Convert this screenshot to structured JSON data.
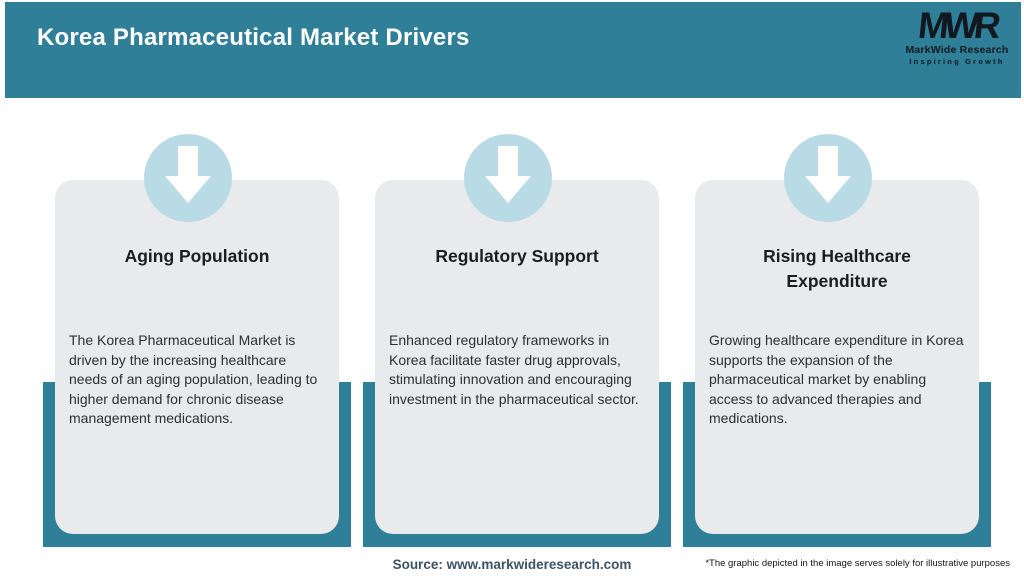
{
  "header": {
    "title": "Korea Pharmaceutical Market Drivers"
  },
  "logo": {
    "monogram": "MWR",
    "name": "MarkWide Research",
    "tagline": "Inspiring Growth"
  },
  "cards": [
    {
      "icon": "down-arrow-icon",
      "title": "Aging Population",
      "description": "The Korea Pharmaceutical Market is driven by the increasing healthcare needs of an aging population, leading to higher demand for chronic disease management medications."
    },
    {
      "icon": "down-arrow-icon",
      "title": "Regulatory Support",
      "description": "Enhanced regulatory frameworks in Korea facilitate faster drug approvals, stimulating innovation and encouraging investment in the pharmaceutical sector."
    },
    {
      "icon": "down-arrow-icon",
      "title": "Rising Healthcare Expenditure",
      "description": "Growing healthcare expenditure in Korea supports the expansion of the pharmaceutical market by enabling access to advanced therapies and medications."
    }
  ],
  "footer": {
    "source": "Source: www.markwideresearch.com",
    "disclaimer": "*The graphic depicted in the image serves solely for illustrative purposes"
  },
  "colors": {
    "teal": "#2E7F97",
    "circle_blue": "#B9DBE6",
    "card_gray": "#E8EAEB",
    "source_text": "#3B5365"
  }
}
